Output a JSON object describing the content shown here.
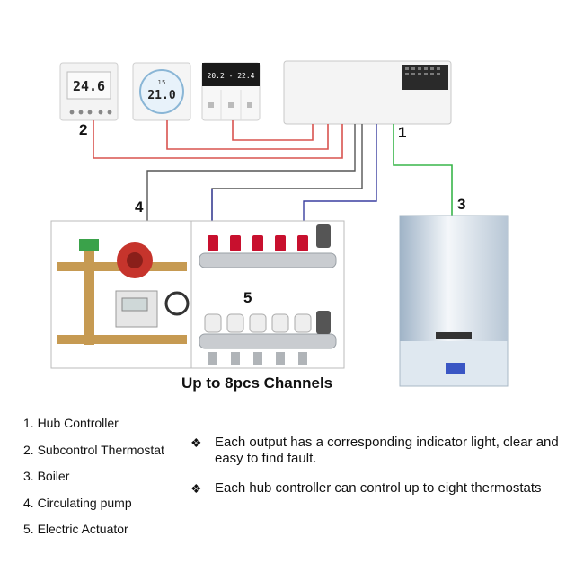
{
  "diagram": {
    "labels": {
      "hub": "1",
      "thermostats": "2",
      "boiler": "3",
      "pump": "4",
      "actuator": "5"
    },
    "thermostat_a_reading": "24.6",
    "thermostat_b_setpoint": "15",
    "thermostat_b_reading": "21.0",
    "thermostat_c_reading": "20.2 - 22.4",
    "caption": "Up to 8pcs Channels"
  },
  "legend": [
    "1. Hub Controller",
    "2. Subcontrol Thermostat",
    "3. Boiler",
    "4. Circulating pump",
    "5. Electric Actuator"
  ],
  "notes": [
    "Each output has a corresponding indicator light, clear and easy to find fault.",
    "Each hub controller can control up to eight thermostats"
  ],
  "bullet_symbol": "❖",
  "colors": {
    "red_wire": "#d9534f",
    "gray_wire": "#555555",
    "blue_wire": "#3a3fa0",
    "green_wire": "#39b54a",
    "valve_red": "#c8102e"
  }
}
